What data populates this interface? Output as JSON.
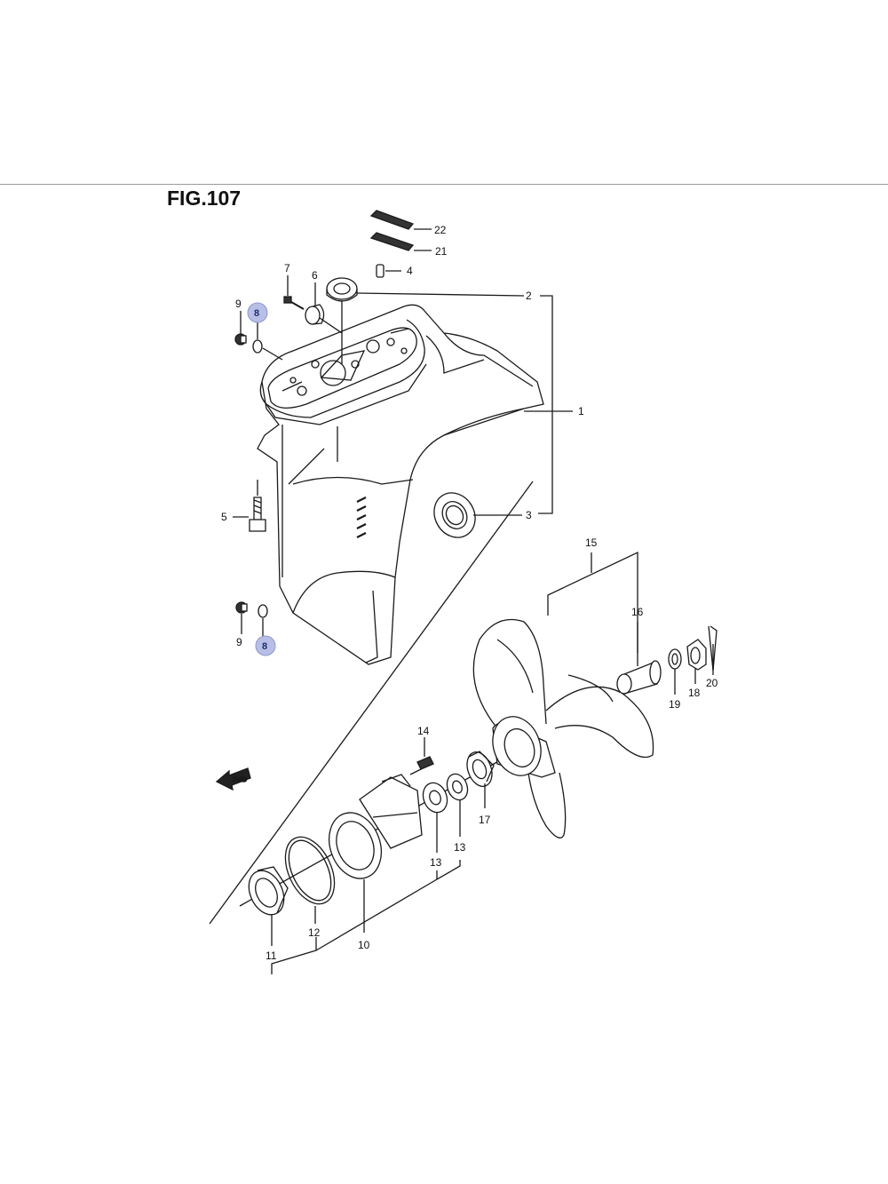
{
  "figure": {
    "title": "FIG.107",
    "highlight_color": "#b8bfe6",
    "line_color": "#1a1a1a",
    "fwd_arrow": {
      "label": "FWD",
      "icon": "forward-arrow-icon"
    }
  },
  "callouts": [
    {
      "id": "p1",
      "label": "1"
    },
    {
      "id": "p2",
      "label": "2"
    },
    {
      "id": "p3",
      "label": "3"
    },
    {
      "id": "p4",
      "label": "4"
    },
    {
      "id": "p5",
      "label": "5"
    },
    {
      "id": "p6",
      "label": "6"
    },
    {
      "id": "p7",
      "label": "7"
    },
    {
      "id": "p8a",
      "label": "8",
      "highlighted": true
    },
    {
      "id": "p8b",
      "label": "8",
      "highlighted": true
    },
    {
      "id": "p9a",
      "label": "9"
    },
    {
      "id": "p9b",
      "label": "9"
    },
    {
      "id": "p10",
      "label": "10"
    },
    {
      "id": "p11",
      "label": "11"
    },
    {
      "id": "p12",
      "label": "12"
    },
    {
      "id": "p13a",
      "label": "13"
    },
    {
      "id": "p13b",
      "label": "13"
    },
    {
      "id": "p14",
      "label": "14"
    },
    {
      "id": "p15",
      "label": "15"
    },
    {
      "id": "p16",
      "label": "16"
    },
    {
      "id": "p17",
      "label": "17"
    },
    {
      "id": "p18",
      "label": "18"
    },
    {
      "id": "p19",
      "label": "19"
    },
    {
      "id": "p20",
      "label": "20"
    },
    {
      "id": "p21",
      "label": "21"
    },
    {
      "id": "p22",
      "label": "22"
    }
  ]
}
